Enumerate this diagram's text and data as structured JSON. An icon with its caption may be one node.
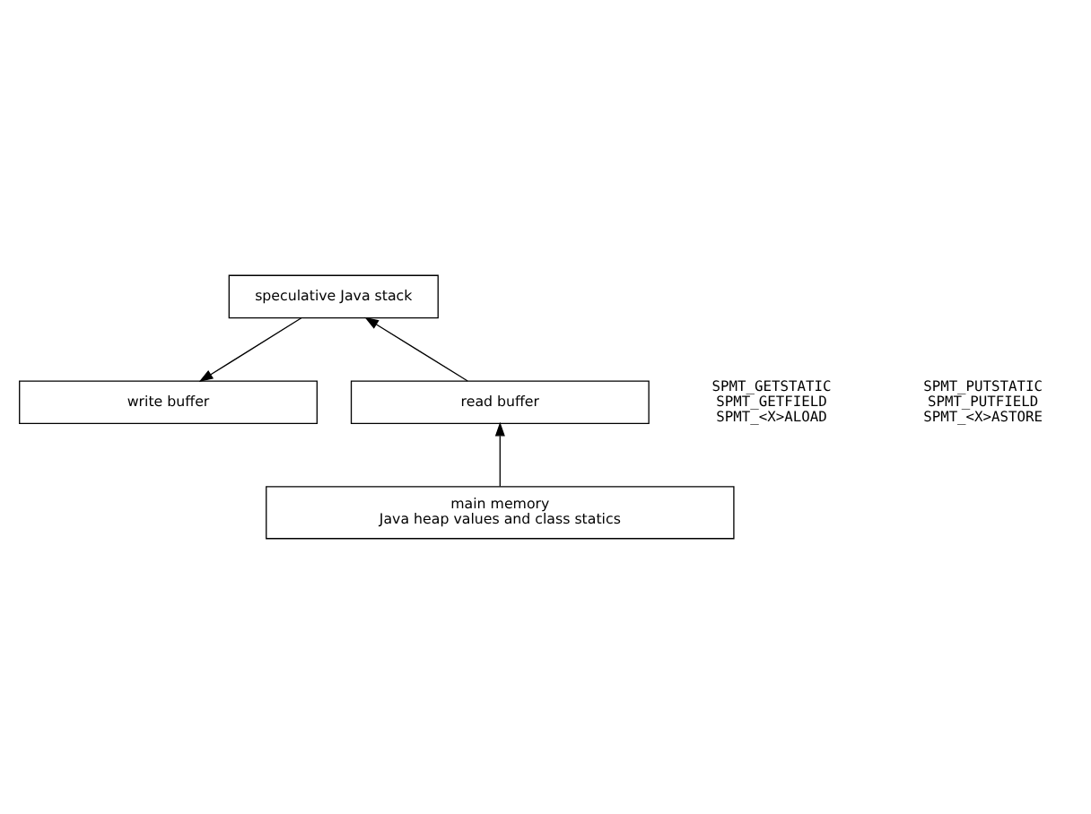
{
  "diagram": {
    "nodes": [
      {
        "text": [
          "speculative Java stack"
        ]
      },
      {
        "text": [
          "write buffer"
        ]
      },
      {
        "text": [
          "read buffer"
        ]
      },
      {
        "text": [
          "main memory",
          "Java heap values and class statics"
        ]
      }
    ],
    "edges": [
      {
        "from": 3,
        "to": 2,
        "arrow": "to"
      },
      {
        "from": 2,
        "to": 0,
        "arrow": "to"
      },
      {
        "from": 0,
        "to": 1,
        "arrow": "to"
      }
    ],
    "labels": [
      "SPMT_GETSTATIC",
      "SPMT_PUTSTATIC",
      "SPMT_GETFIELD",
      "SPMT_PUTFIELD",
      "SPMT_<X>ALOAD",
      "SPMT_<X>ASTORE"
    ]
  }
}
